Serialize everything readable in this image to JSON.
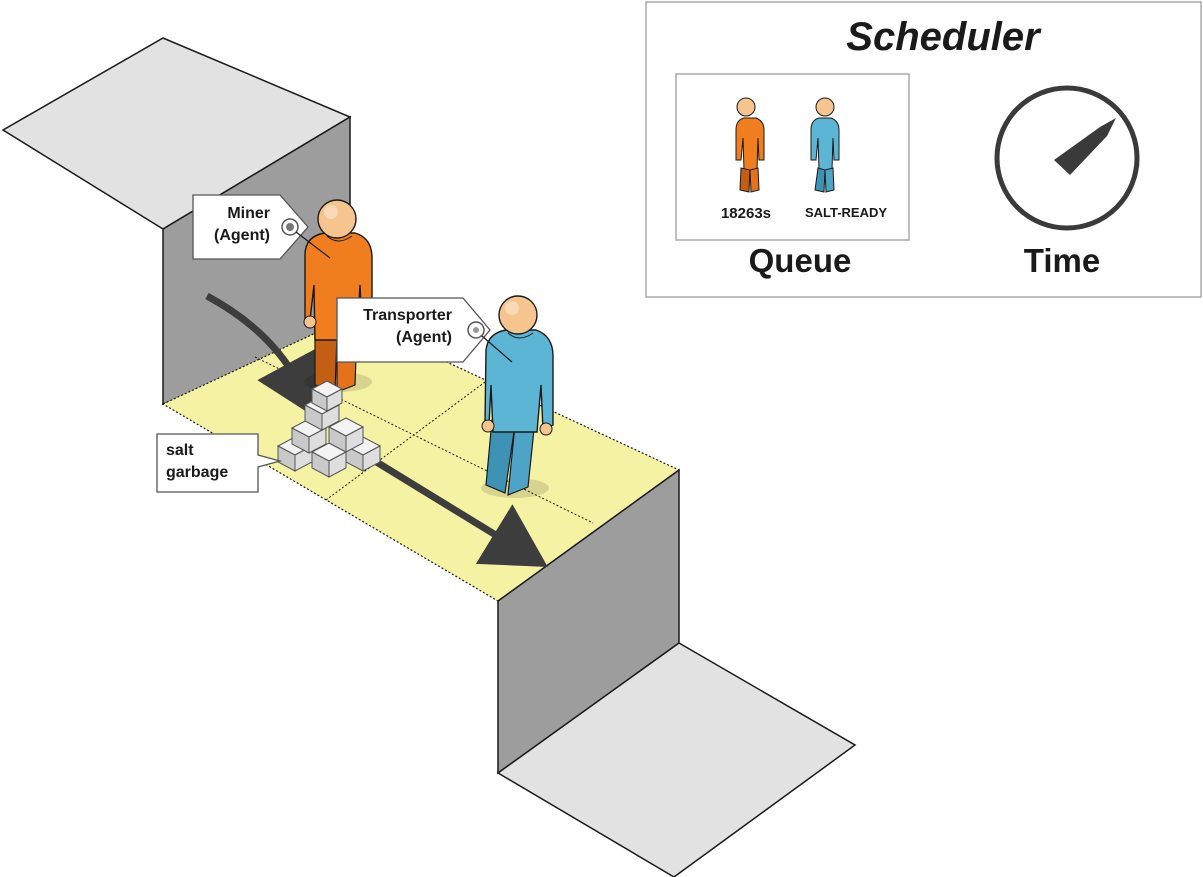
{
  "scheduler": {
    "title": "Scheduler",
    "queue": {
      "label": "Queue",
      "items": [
        {
          "label": "18263s",
          "agent_color": "#f07e1e"
        },
        {
          "label": "SALT-READY",
          "agent_color": "#5db5d6"
        }
      ]
    },
    "time": {
      "label": "Time",
      "icon": "clock-icon"
    }
  },
  "scene": {
    "miner": {
      "line1": "Miner",
      "line2": "(Agent)",
      "color": "#f07e1e"
    },
    "transporter": {
      "line1": "Transporter",
      "line2": "(Agent)",
      "color": "#5db5d6"
    },
    "salt": {
      "line1": "salt",
      "line2": "garbage"
    },
    "colors": {
      "floor": "#f6f2a4",
      "wall": "#9d9d9d",
      "top_face": "#e2e2e2",
      "arrow": "#3d3d3d"
    }
  }
}
